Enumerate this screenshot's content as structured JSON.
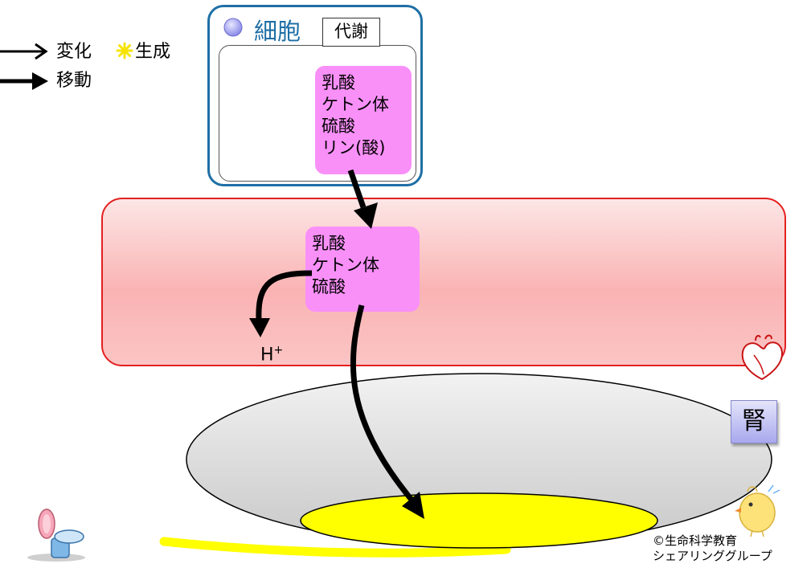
{
  "legend": {
    "change_label": "変化",
    "produce_label": "生成",
    "move_label": "移動"
  },
  "cell": {
    "title": "細胞",
    "metabolism_label": "代謝",
    "acids": [
      "乳酸",
      "ケトン体",
      "硫酸",
      "リン(酸)"
    ]
  },
  "blood": {
    "acids": [
      "乳酸",
      "ケトン体",
      "硫酸"
    ],
    "proton": "H",
    "proton_charge": "+"
  },
  "kidney": {
    "label": "腎"
  },
  "copyright": {
    "line1": "©生命科学教育",
    "line2": "シェアリンググループ"
  },
  "colors": {
    "cell_border": "#1f6fa6",
    "acid_box": "#f990f8",
    "blood_border": "#e32020",
    "urine": "#ffff00"
  }
}
